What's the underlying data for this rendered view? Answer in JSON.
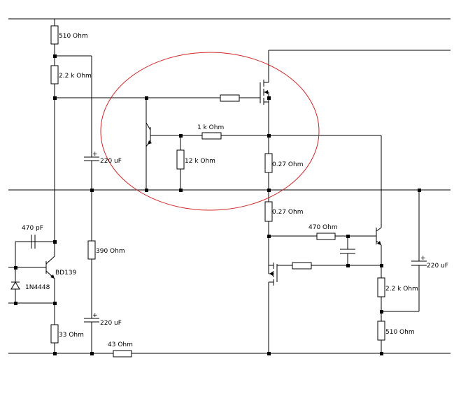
{
  "labels": {
    "r510_top": "510  Ohm",
    "r2k2_top": "2.2 k  Ohm",
    "c220_left_top": "220 uF",
    "r1k": "1 k  Ohm",
    "r12k": "12 k  Ohm",
    "r027_top": "0.27   Ohm",
    "r027_bot": "0.27   Ohm",
    "c470pf": "470 pF",
    "bd139": "BD139",
    "diode": "1N4448",
    "r390": "390   Ohm",
    "r470": "470   Ohm",
    "c220_right": "220 uF",
    "r2k2_bot": "2.2 k  Ohm",
    "c220_left_bot": "220 uF",
    "r33": "33   Ohm",
    "r43": "43   Ohm",
    "r510_bot": "510   Ohm",
    "plus": "+"
  },
  "colors": {
    "wire": "#000000",
    "highlight_ellipse": "#d22424",
    "background": "#ffffff"
  }
}
